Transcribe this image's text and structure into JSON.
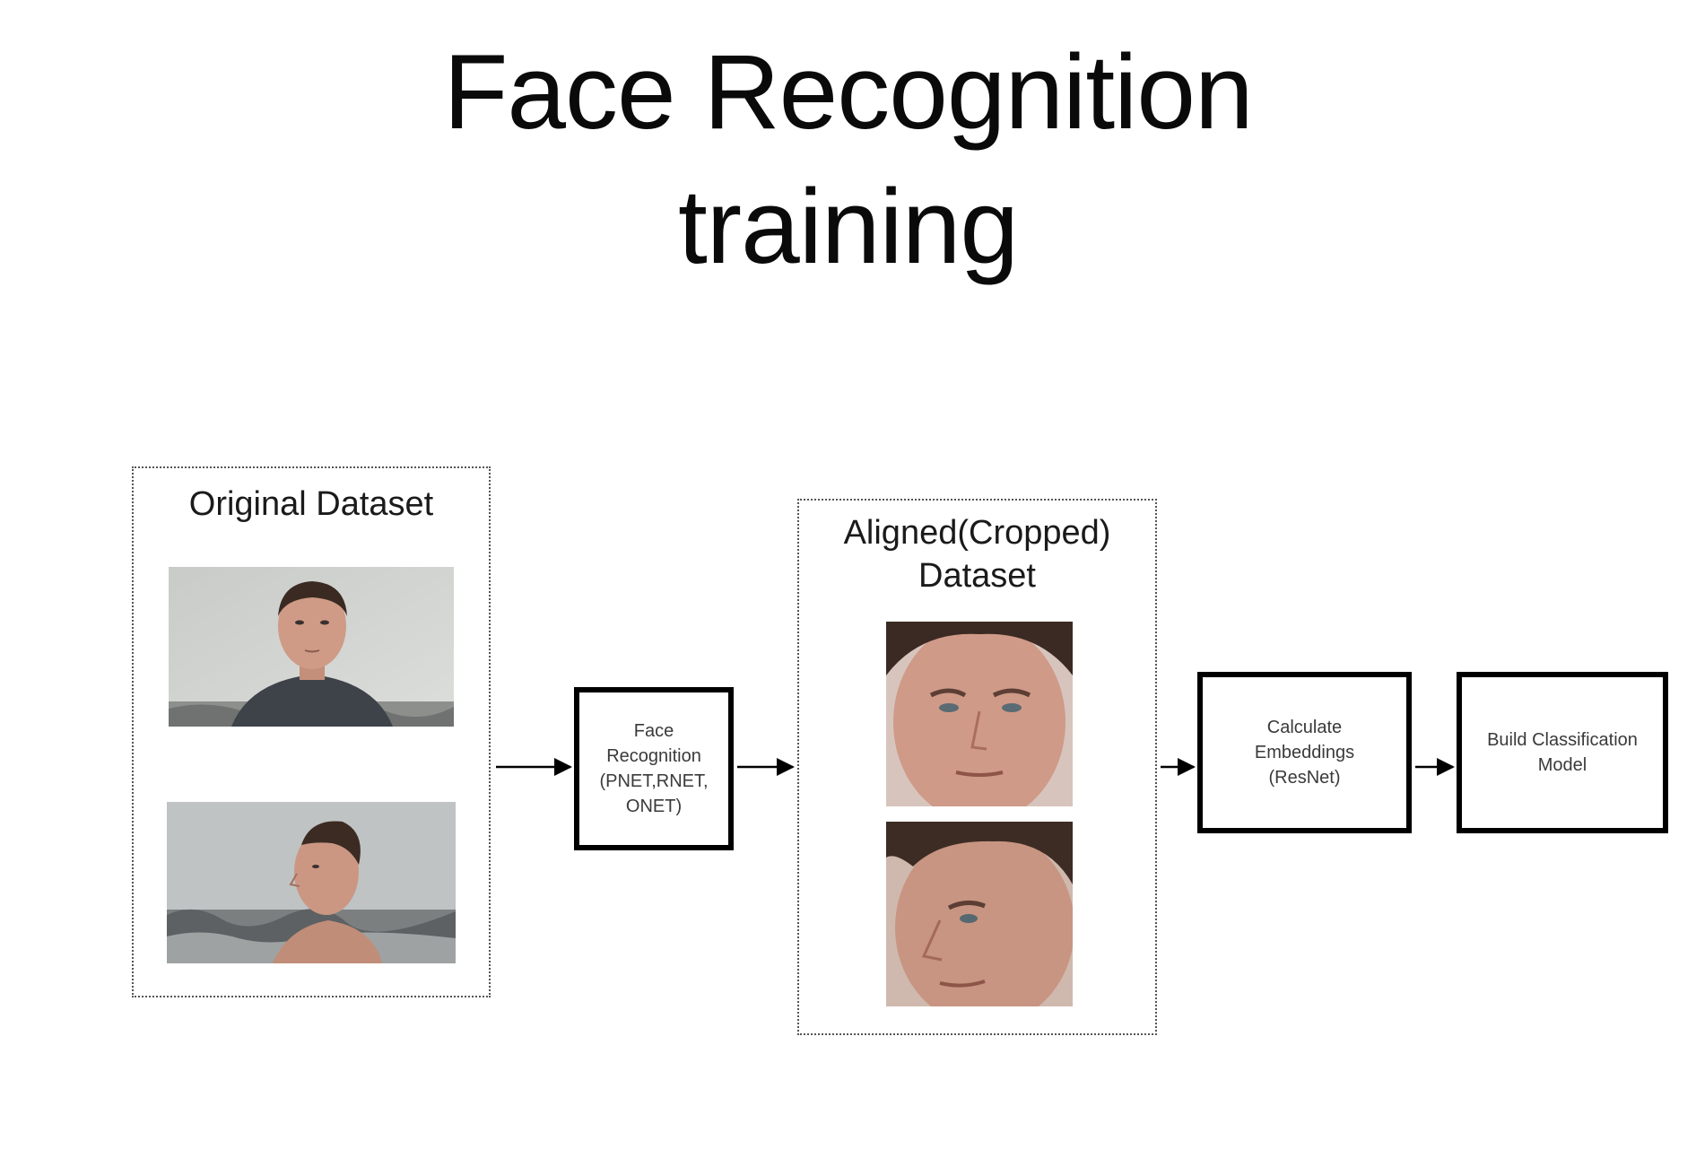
{
  "title": {
    "line1": "Face Recognition",
    "line2": "training"
  },
  "groups": {
    "original": {
      "label": "Original Dataset"
    },
    "aligned": {
      "label_line1": "Aligned(Cropped)",
      "label_line2": "Dataset"
    }
  },
  "steps": {
    "face_recognition": "Face\nRecognition\n(PNET,RNET,\nONET)",
    "embeddings": "Calculate\nEmbeddings\n(ResNet)",
    "classification": "Build Classification\nModel"
  },
  "colors": {
    "box_border": "#000000",
    "group_border": "#555555",
    "text": "#111111"
  }
}
